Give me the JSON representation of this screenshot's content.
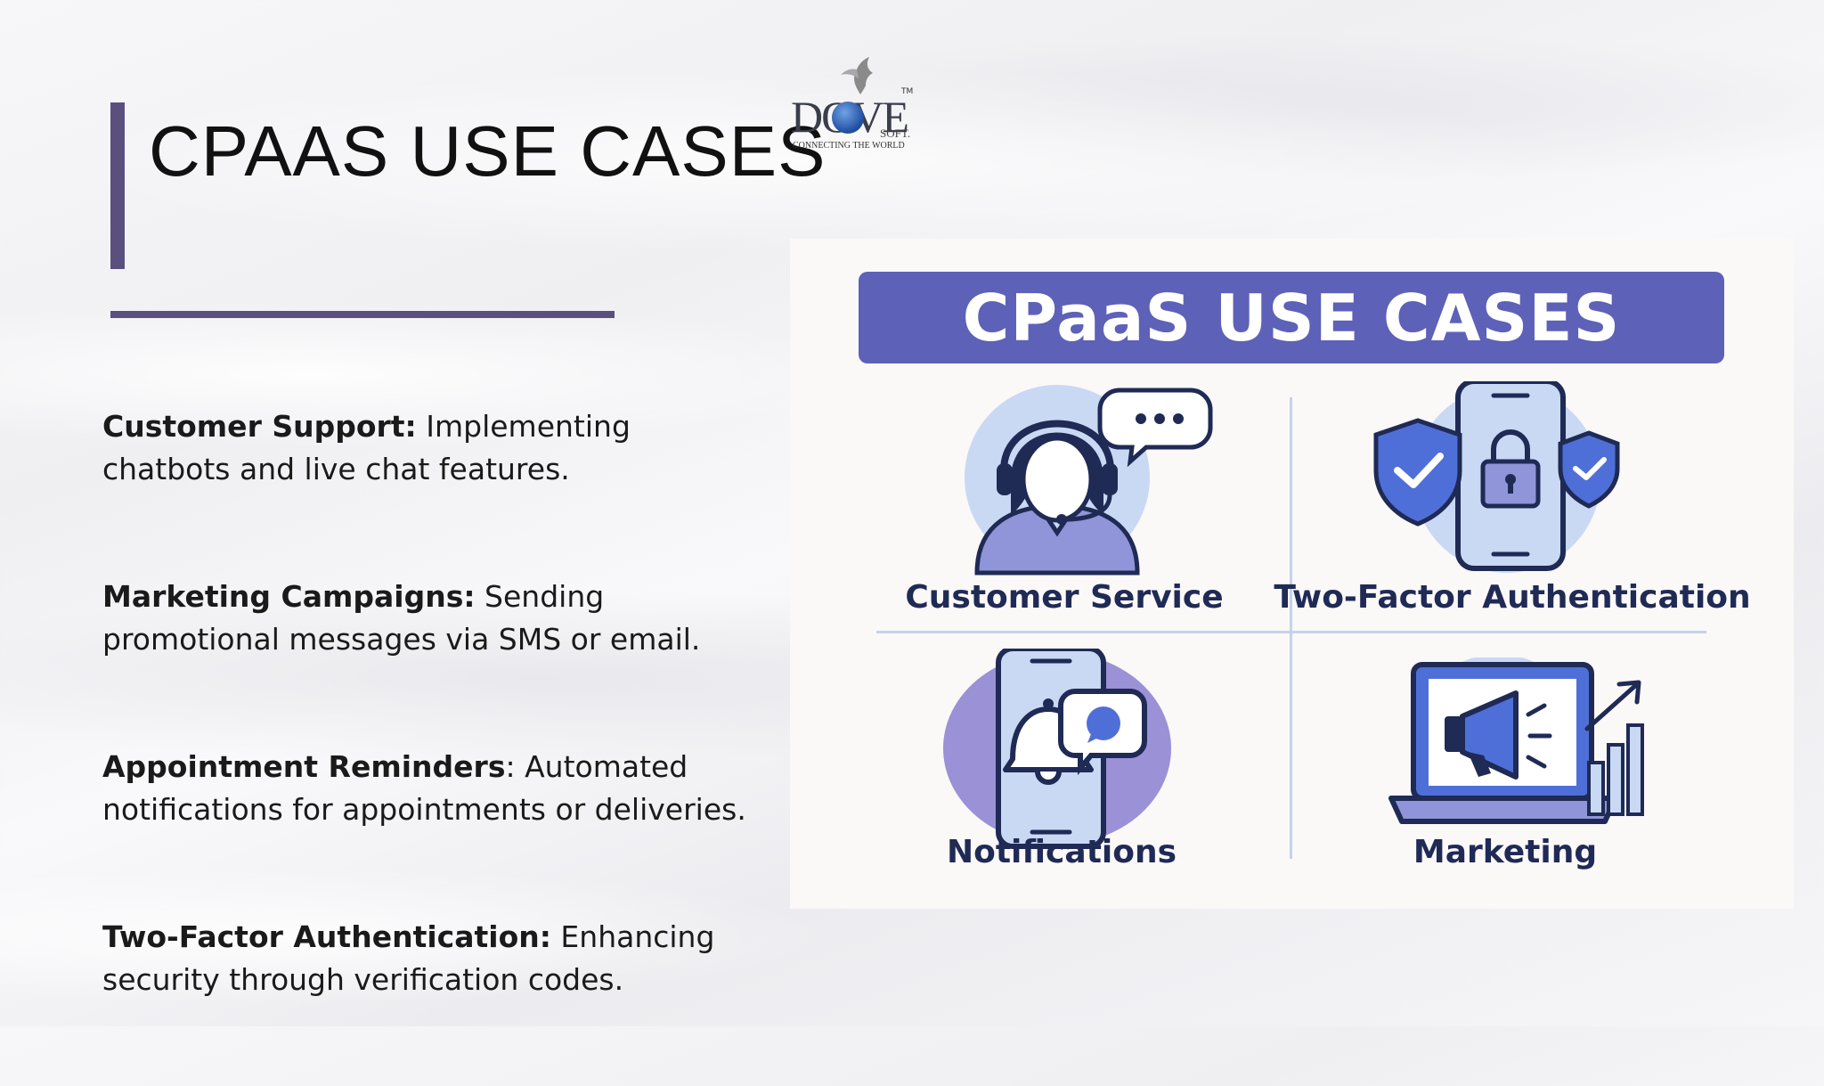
{
  "slide": {
    "title": "CPAAS USE CASES"
  },
  "logo": {
    "name": "DOVE",
    "sub": "SOFT.",
    "tagline": "CONNECTING THE WORLD",
    "tm": "TM"
  },
  "bullets": [
    {
      "bold": "Customer Support:",
      "text": " Implementing chatbots and live chat features."
    },
    {
      "bold": "Marketing Campaigns:",
      "text": " Sending promotional messages via SMS or email."
    },
    {
      "bold": "Appointment Reminders",
      "text": ": Automated notifications for appointments or deliveries."
    },
    {
      "bold": "Two-Factor Authentication:",
      "text": " Enhancing security through verification codes."
    }
  ],
  "infographic": {
    "banner": "CPaaS USE CASES",
    "cells": [
      {
        "label": "Customer Service",
        "icon": "headset-agent-icon"
      },
      {
        "label": "Two-Factor Authentication",
        "icon": "phone-lock-shield-icon"
      },
      {
        "label": "Notifications",
        "icon": "phone-bell-chat-icon"
      },
      {
        "label": "Marketing",
        "icon": "laptop-megaphone-icon"
      }
    ]
  },
  "colors": {
    "accent_bar": "#5a4f7d",
    "banner": "#5d61b8",
    "icon_dark": "#1f2a55",
    "icon_light": "#c9d9f4",
    "icon_purple": "#9a91d6"
  }
}
